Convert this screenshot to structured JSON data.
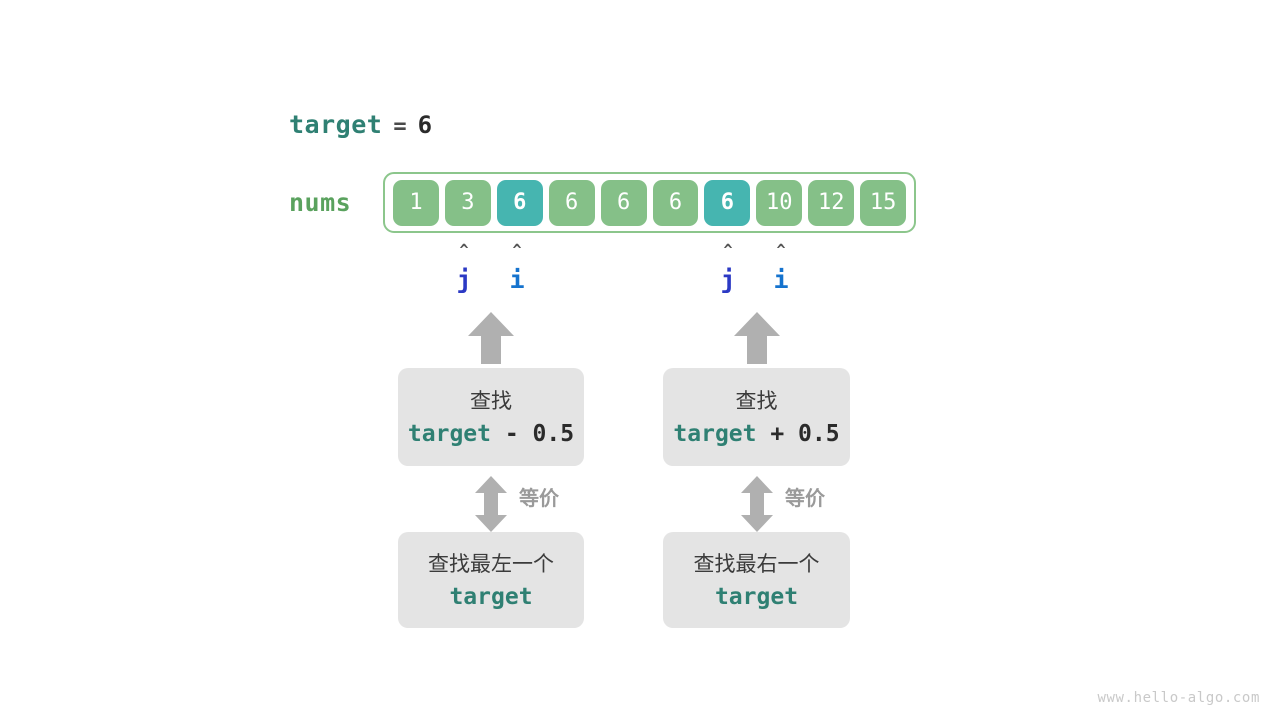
{
  "target_line": {
    "var_name": "target",
    "equals": "=",
    "value": "6"
  },
  "array": {
    "label": "nums",
    "cells": [
      {
        "value": "1",
        "highlight": false
      },
      {
        "value": "3",
        "highlight": false
      },
      {
        "value": "6",
        "highlight": true
      },
      {
        "value": "6",
        "highlight": false
      },
      {
        "value": "6",
        "highlight": false
      },
      {
        "value": "6",
        "highlight": false
      },
      {
        "value": "6",
        "highlight": true
      },
      {
        "value": "10",
        "highlight": false
      },
      {
        "value": "12",
        "highlight": false
      },
      {
        "value": "15",
        "highlight": false
      }
    ]
  },
  "pointers": [
    {
      "name": "j",
      "caret": "^",
      "label": "j",
      "group": "left",
      "cell_index": 1
    },
    {
      "name": "i",
      "caret": "^",
      "label": "i",
      "group": "left",
      "cell_index": 2
    },
    {
      "name": "j",
      "caret": "^",
      "label": "j",
      "group": "right",
      "cell_index": 6
    },
    {
      "name": "i",
      "caret": "^",
      "label": "i",
      "group": "right",
      "cell_index": 7
    }
  ],
  "boxes": {
    "left_top": {
      "line1": "查找",
      "expr_var": "target",
      "expr_op": " - 0.5"
    },
    "right_top": {
      "line1": "查找",
      "expr_var": "target",
      "expr_op": " + 0.5"
    },
    "left_bot": {
      "line1": "查找最左一个",
      "expr_var": "target",
      "expr_op": ""
    },
    "right_bot": {
      "line1": "查找最右一个",
      "expr_var": "target",
      "expr_op": ""
    }
  },
  "equivalence": {
    "left_label": "等价",
    "right_label": "等价"
  },
  "watermark": "www.hello-algo.com",
  "colors": {
    "teal_text": "#2f8073",
    "green_label": "#5aa25e",
    "cell_green": "#85c088",
    "cell_teal": "#46b5b0",
    "border_green": "#8cc68c",
    "box_grey": "#e4e4e4",
    "arrow_grey": "#b0b0b0",
    "pointer_j_blue": "#2b39c4",
    "pointer_i_blue": "#1573ce"
  }
}
